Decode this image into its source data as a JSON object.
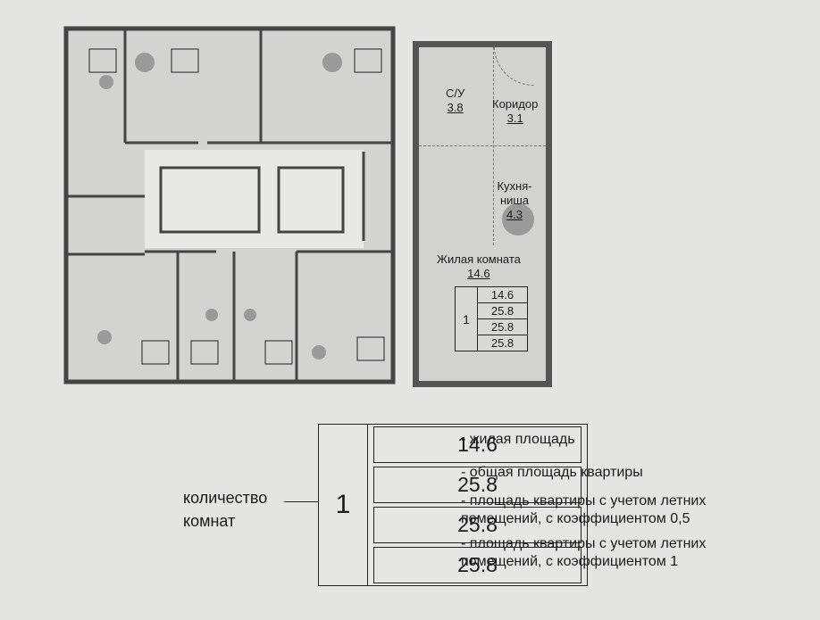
{
  "unit_plan": {
    "rooms": [
      {
        "name": "С/У",
        "area": "3.8"
      },
      {
        "name": "Коридор",
        "area": "3.1"
      },
      {
        "name": "Кухня-ниша",
        "area": "4.3"
      },
      {
        "name": "Жилая комната",
        "area": "14.6"
      }
    ],
    "table": {
      "rooms_count": "1",
      "values": [
        "14.6",
        "25.8",
        "25.8",
        "25.8"
      ]
    }
  },
  "legend": {
    "rooms_count_label": "количество комнат",
    "rooms_count": "1",
    "values": [
      "14.6",
      "25.8",
      "25.8",
      "25.8"
    ],
    "descriptions": [
      "- жилая площадь",
      "- общая площадь квартиры",
      "- площадь квартиры с учетом летних помещений, с коэффициентом 0,5",
      "- площадь квартиры с учетом летних помещений, с коэффициентом 1"
    ]
  },
  "colors": {
    "background": "#e4e4e2",
    "wall": "#555555",
    "room": "#d2d2d0",
    "highlight": "#9a9a9a"
  }
}
